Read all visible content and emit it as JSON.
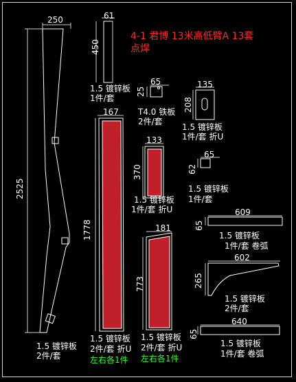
{
  "title": {
    "line1": "4-1 君博 13米高低臂A 13套",
    "line2": "点焊"
  },
  "parts": {
    "arm": {
      "dim_width": "250",
      "dim_height": "2525",
      "material": "1.5 镀锌板",
      "qty": "2件/套"
    },
    "strip": {
      "dim_width": "61",
      "dim_height": "450",
      "material": "1.5 镀锌板",
      "qty": "1件/套"
    },
    "tab": {
      "dim_width": "65",
      "dim_height": "25",
      "material": "T4.0 铁板",
      "qty": "2件/套"
    },
    "slot_plate": {
      "dim_width": "135",
      "dim_height": "208",
      "material": "1.5 镀锌板",
      "qty": "1件/套 折U"
    },
    "long_channel": {
      "dim_width": "167",
      "dim_height": "1778",
      "material": "1.5 镀锌板",
      "qty": "2件/套 折U",
      "note": "左右各1件"
    },
    "mid_channel": {
      "dim_width": "133",
      "dim_height": "370",
      "material": "1.5 镀锌板",
      "qty": "1件/套 折U"
    },
    "small_square": {
      "dim_width": "65",
      "dim_height": "62",
      "material": "1.5 镀锌板",
      "qty": "1件/套"
    },
    "short_channel": {
      "dim_width": "181",
      "dim_height": "773",
      "material": "1.5 镀锌板",
      "qty": "2件/套 折U",
      "note": "左右各1件"
    },
    "bar_top": {
      "dim_width": "609",
      "dim_height": "65",
      "material": "1.5 镀锌板",
      "qty": "1件/套 卷弧"
    },
    "bracket": {
      "dim_width": "602",
      "dim_height": "265",
      "material": "1.5 镀锌板",
      "qty": "2件/套"
    },
    "bar_bottom": {
      "dim_width": "640",
      "dim_height": "65",
      "material": "1.5 镀锌板",
      "qty": "1件/套 卷弧"
    }
  },
  "colors": {
    "line": "#ffffff",
    "fill": "#c0202a",
    "dim": "#d0d0d0",
    "title": "#ff2a2a",
    "note": "#33ff33"
  }
}
